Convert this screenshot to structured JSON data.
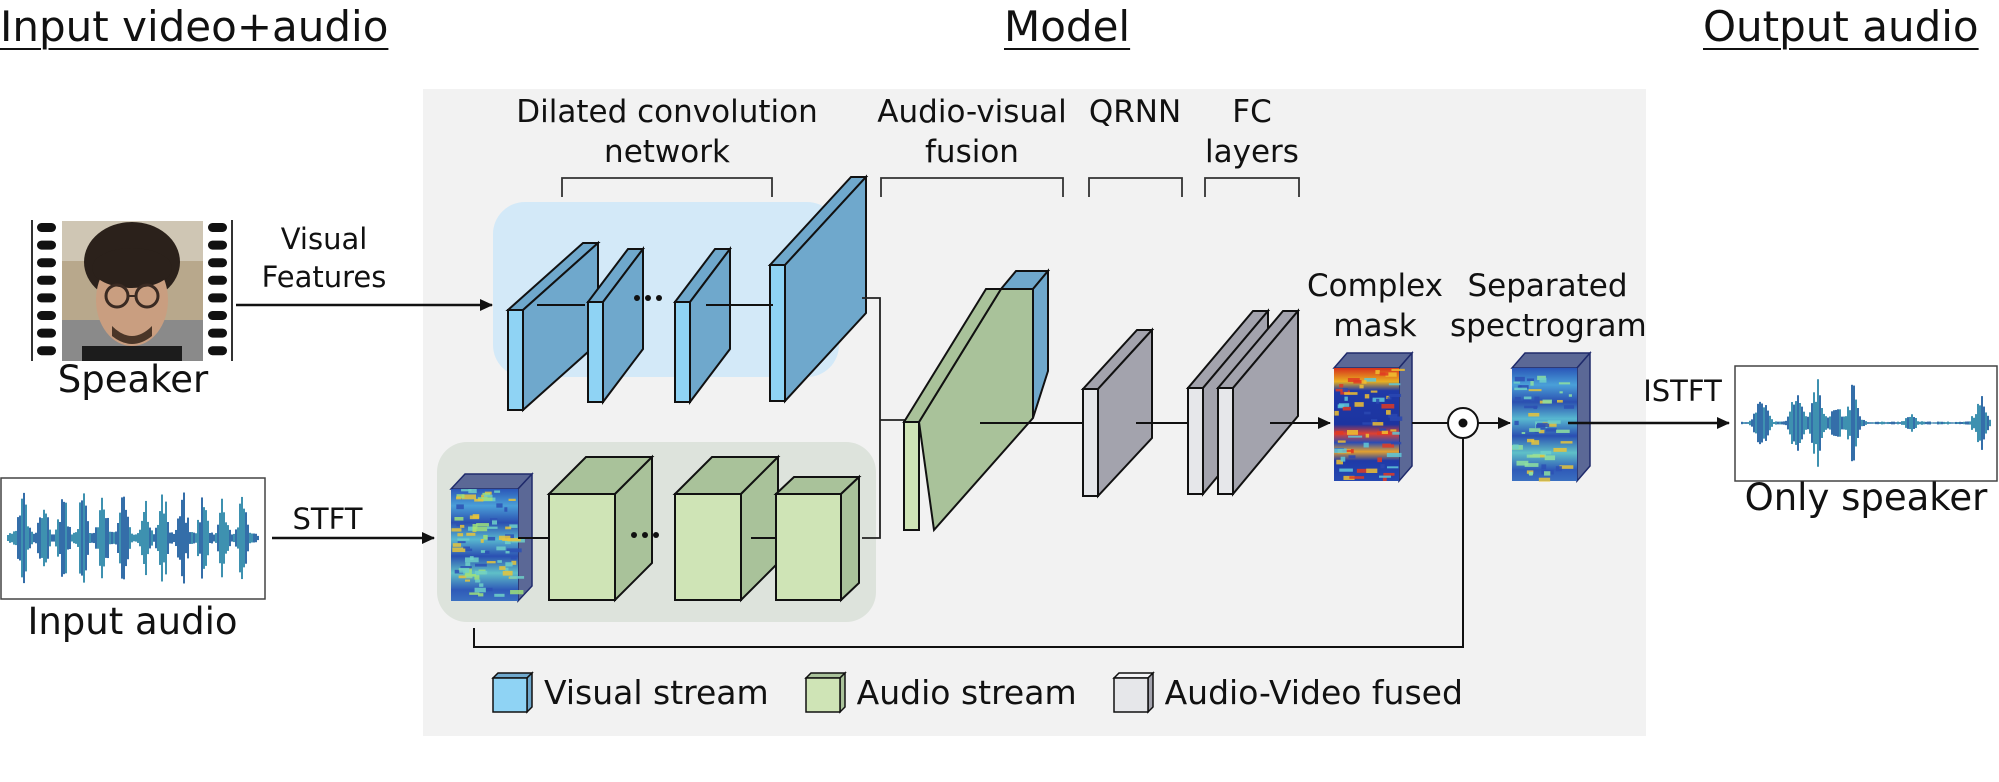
{
  "headings": {
    "input": "Input video+audio",
    "model": "Model",
    "output": "Output audio"
  },
  "inputs": {
    "speaker_caption": "Speaker",
    "visual_features_label": [
      "Visual",
      "Features"
    ],
    "input_audio_caption": "Input audio",
    "stft_label": "STFT"
  },
  "model": {
    "stages": [
      {
        "id": "dilated-conv",
        "label": [
          "Dilated convolution",
          "network"
        ]
      },
      {
        "id": "av-fusion",
        "label": [
          "Audio-visual",
          "fusion"
        ]
      },
      {
        "id": "qrnn",
        "label": [
          "QRNN"
        ]
      },
      {
        "id": "fc",
        "label": [
          "FC",
          "layers"
        ]
      }
    ],
    "complex_mask_label": [
      "Complex",
      "mask"
    ],
    "separated_spectrogram_label": [
      "Separated",
      "spectrogram"
    ],
    "ellipsis": "•••"
  },
  "outputs": {
    "istft_label": "ISTFT",
    "only_speaker_caption": "Only speaker"
  },
  "legend": [
    {
      "label": "Visual stream",
      "color": "#8fd3f4",
      "side": "#6fa8cc"
    },
    {
      "label": "Audio stream",
      "color": "#cfe4b6",
      "side": "#a9c29a"
    },
    {
      "label": "Audio-Video fused",
      "color": "#e6e7ea",
      "side": "#a3a3ad"
    }
  ],
  "colors": {
    "visual_front": "#8fd3f4",
    "visual_face": "#6fa8cc",
    "visual_region": "#d3e9f8",
    "audio_front": "#cfe4b6",
    "audio_face": "#a9c29a",
    "audio_region": "#dde3dc",
    "fused_front": "#e6e7ea",
    "fused_face": "#a3a3ad",
    "spectro_side": "#5b6896",
    "panel": "#f2f2f2"
  }
}
